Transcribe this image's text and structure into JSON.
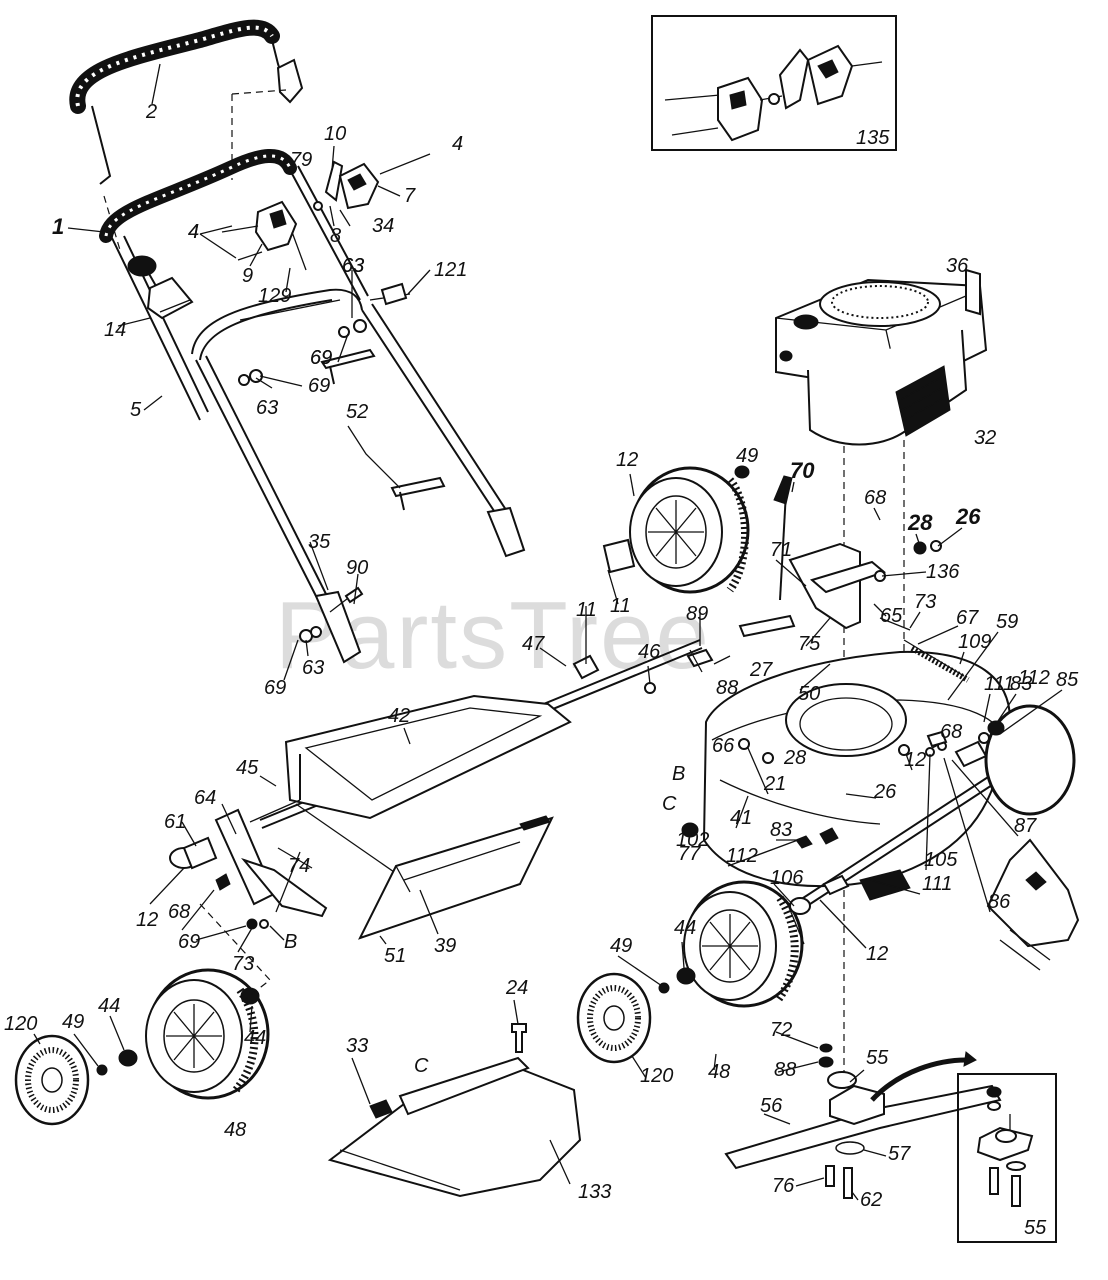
{
  "watermark": "PartsTree",
  "inset_label": "135",
  "part_labels": [
    "1",
    "2",
    "4",
    "4",
    "4",
    "5",
    "7",
    "8",
    "9",
    "10",
    "11",
    "11",
    "12",
    "12",
    "12",
    "12",
    "14",
    "21",
    "24",
    "26",
    "26",
    "27",
    "28",
    "28",
    "32",
    "33",
    "34",
    "35",
    "36",
    "39",
    "41",
    "42",
    "44",
    "44",
    "44",
    "45",
    "46",
    "47",
    "48",
    "48",
    "49",
    "49",
    "49",
    "50",
    "51",
    "52",
    "55",
    "55",
    "56",
    "57",
    "59",
    "61",
    "62",
    "63",
    "63",
    "63",
    "63",
    "64",
    "65",
    "66",
    "67",
    "68",
    "68",
    "68",
    "69",
    "69",
    "69",
    "69",
    "69",
    "70",
    "71",
    "72",
    "73",
    "73",
    "74",
    "75",
    "76",
    "77",
    "79",
    "83",
    "83",
    "85",
    "86",
    "87",
    "88",
    "88",
    "89",
    "90",
    "102",
    "105",
    "106",
    "109",
    "111",
    "111",
    "112",
    "112",
    "120",
    "120",
    "121",
    "129",
    "133",
    "136",
    "B",
    "B",
    "C",
    "C"
  ]
}
